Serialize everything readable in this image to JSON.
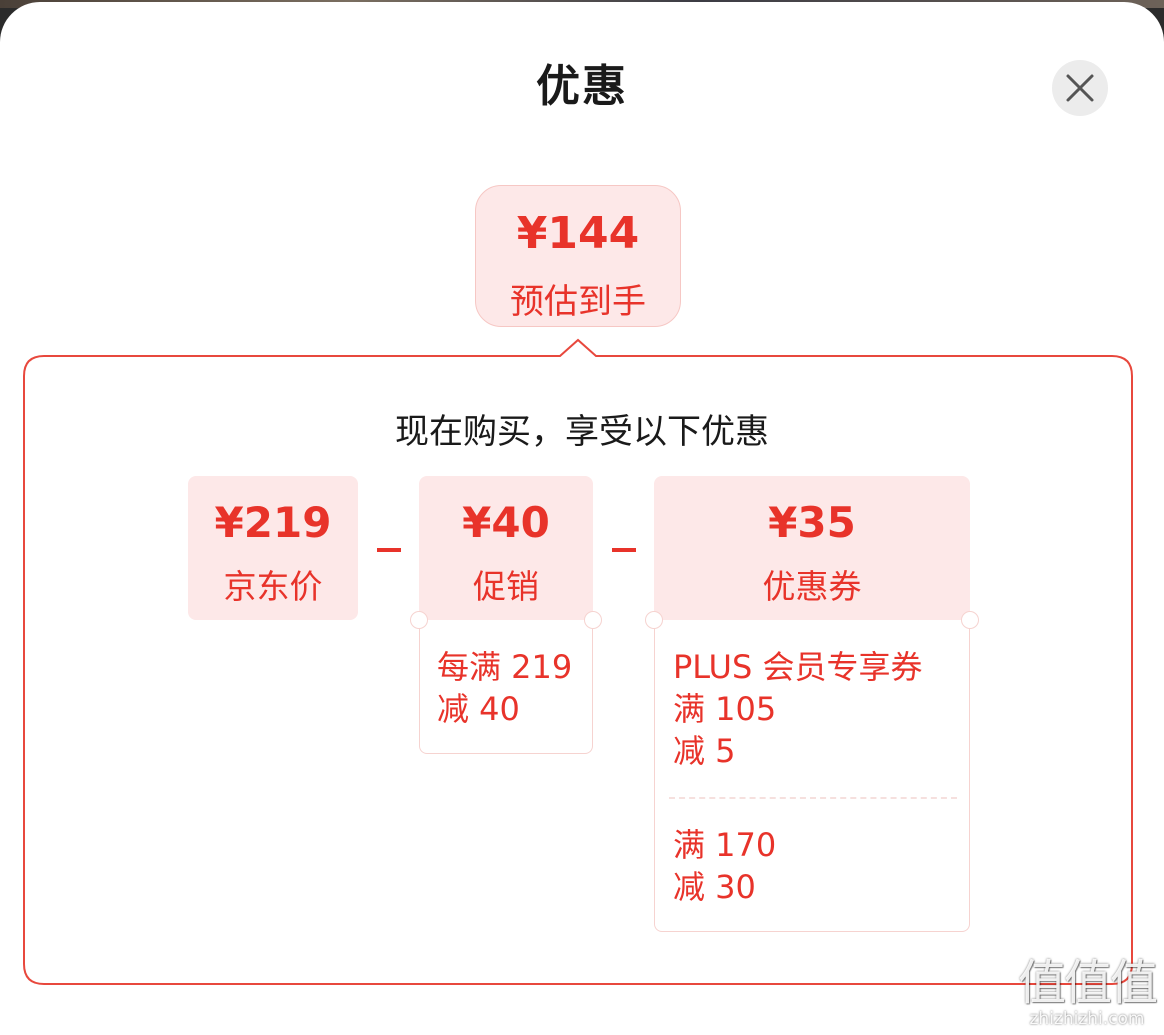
{
  "sheet": {
    "title": "优惠"
  },
  "estimate": {
    "price": "¥144",
    "label": "预估到手"
  },
  "subtitle": "现在购买，享受以下优惠",
  "cards": [
    {
      "price": "¥219",
      "label": "京东价"
    },
    {
      "price": "¥40",
      "label": "促销"
    },
    {
      "price": "¥35",
      "label": "优惠券"
    }
  ],
  "promotion_details": {
    "line1": "每满 219",
    "line2": "减 40"
  },
  "coupon_details": [
    {
      "line1": "PLUS 会员专享券",
      "line2": "满 105",
      "line3": "减 5"
    },
    {
      "line1": "满 170",
      "line2": "减 30"
    }
  ],
  "watermark": {
    "logo": "值值值",
    "url": "zhizhizhi.com"
  },
  "colors": {
    "accent": "#e8332a",
    "card_bg": "#fde8e8",
    "border": "#f6c7c4"
  },
  "icons": [
    "close-icon"
  ]
}
